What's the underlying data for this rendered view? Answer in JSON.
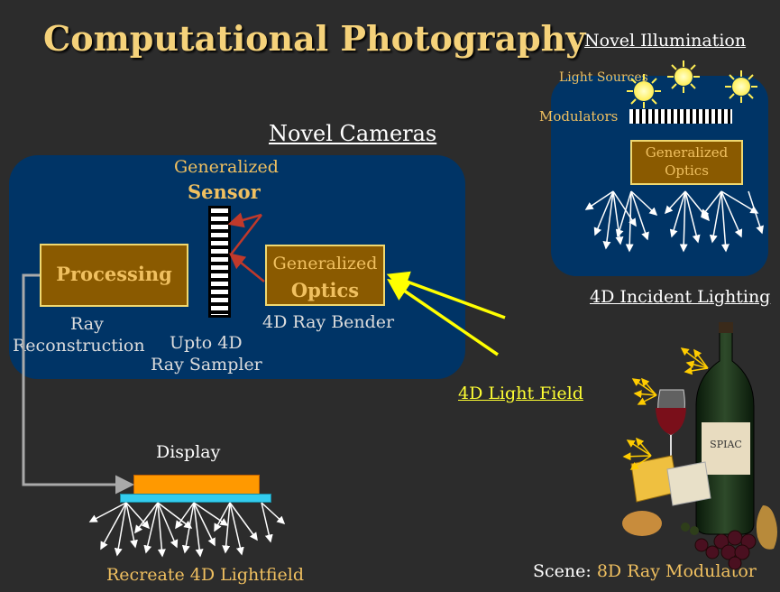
{
  "title": "Computational Photography",
  "novel_illumination": {
    "heading": "Novel Illumination",
    "light_sources": "Light Sources",
    "modulators": "Modulators",
    "optics_line1": "Generalized",
    "optics_line2": "Optics",
    "caption": "4D Incident Lighting"
  },
  "novel_cameras": {
    "heading": "Novel Cameras",
    "sensor_line1": "Generalized",
    "sensor_line2": "Sensor",
    "processing": "Processing",
    "optics_line1": "Generalized",
    "optics_line2": "Optics",
    "ray_reconstruction_line1": "Ray",
    "ray_reconstruction_line2": "Reconstruction",
    "ray_sampler_line1": "Upto 4D",
    "ray_sampler_line2": "Ray Sampler",
    "ray_bender": "4D Ray Bender"
  },
  "light_field": "4D Light Field",
  "display": {
    "label": "Display",
    "caption": "Recreate 4D Lightfield"
  },
  "scene": {
    "prefix": "Scene: ",
    "highlight": "8D Ray Modulator"
  },
  "colors": {
    "background": "#2c2c2c",
    "panel": "#003466",
    "title": "#f5d27a",
    "accent_text": "#f0c060",
    "box_fill": "#8a5a00",
    "box_border": "#f0d870",
    "light_ray": "#ffff00",
    "sensor_arrow": "#c0392b"
  }
}
